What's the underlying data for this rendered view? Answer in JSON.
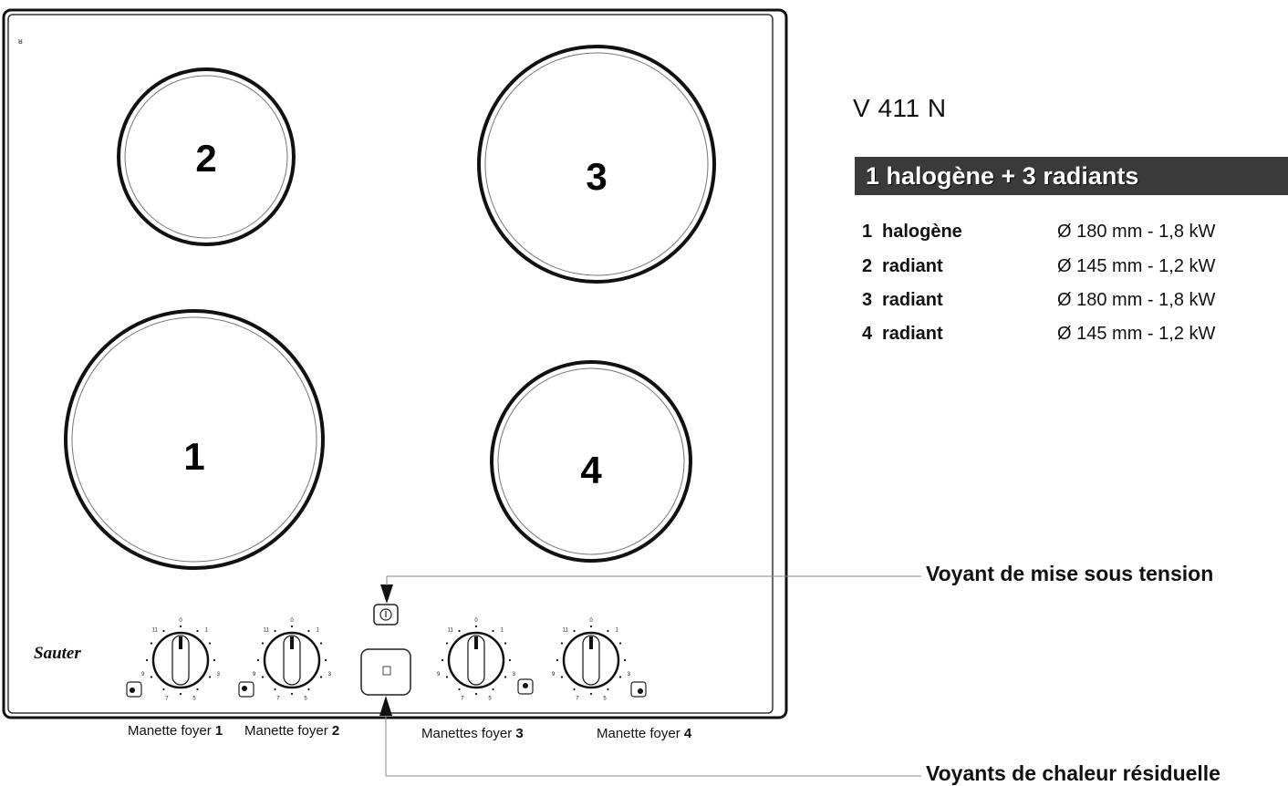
{
  "model": "V 411 N",
  "configuration": "1 halogène + 3 radiants",
  "brand": "Sauter",
  "zones": [
    {
      "number": "1",
      "type": "halogène",
      "spec": "Ø 180 mm - 1,8 kW"
    },
    {
      "number": "2",
      "type": "radiant",
      "spec": "Ø 145 mm - 1,2 kW"
    },
    {
      "number": "3",
      "type": "radiant",
      "spec": "Ø 180 mm - 1,8 kW"
    },
    {
      "number": "4",
      "type": "radiant",
      "spec": "Ø 145 mm - 1,2 kW"
    }
  ],
  "callouts": {
    "power_indicator": "Voyant de mise sous tension",
    "residual_heat": "Voyants de chaleur résiduelle"
  },
  "controls": [
    {
      "prefix": "Manette foyer ",
      "number": "1"
    },
    {
      "prefix": "Manette foyer ",
      "number": "2"
    },
    {
      "prefix": "Manettes foyer ",
      "number": "3"
    },
    {
      "prefix": "Manette foyer ",
      "number": "4"
    }
  ],
  "knob_scale": [
    "0",
    "1",
    "3",
    "5",
    "7",
    "9",
    "11"
  ]
}
